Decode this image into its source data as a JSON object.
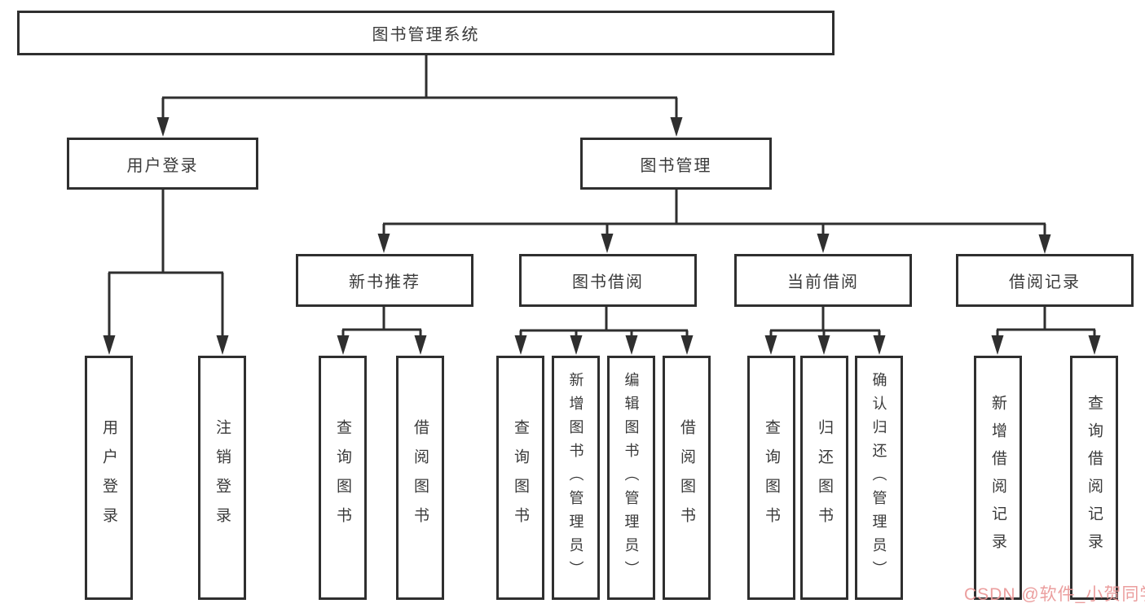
{
  "diagram": {
    "type": "hierarchy-tree",
    "nodes": {
      "root": "图书管理系统",
      "level2": [
        "用户登录",
        "图书管理"
      ],
      "level3": [
        "新书推荐",
        "图书借阅",
        "当前借阅",
        "借阅记录"
      ],
      "leaves": {
        "user_login": [
          "用户登录",
          "注销登录"
        ],
        "new_book": [
          "查询图书",
          "借阅图书"
        ],
        "book_borrowing": [
          "查询图书",
          "新增图书（管理员）",
          "编辑图书（管理员）",
          "借阅图书"
        ],
        "current_borrowing": [
          "查询图书",
          "归还图书",
          "确认归还（管理员）"
        ],
        "borrowing_records": [
          "新增借阅记录",
          "查询借阅记录"
        ]
      }
    },
    "colors": {
      "line": "#2f2f2f",
      "box_border": "#2f2f2f",
      "box_fill": "#ffffff",
      "text": "#3a3a3a",
      "watermark": "#ea9999",
      "background": "#ffffff"
    },
    "watermark": "CSDN @软件_小贺同学"
  }
}
